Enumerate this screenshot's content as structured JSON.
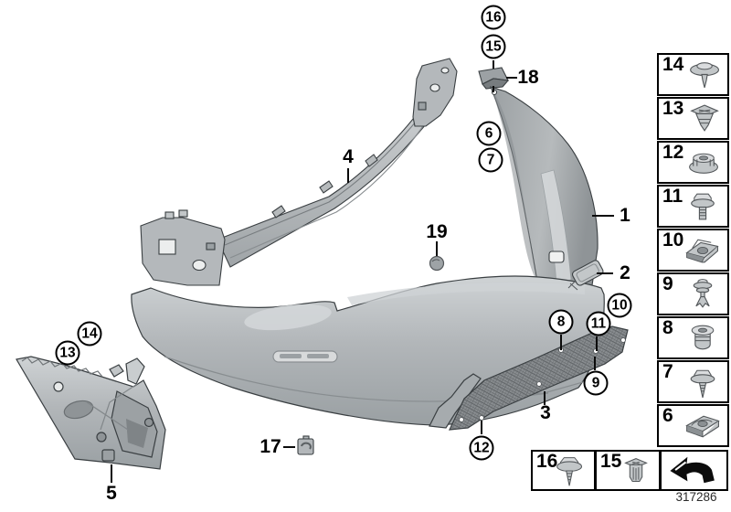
{
  "diagram": {
    "code": "317286",
    "colors": {
      "background": "#ffffff",
      "outline": "#383d40",
      "part_fill": "#b4b8bb",
      "part_light": "#d6d9da",
      "part_shade": "#91969a",
      "mesh_fill": "#898d90",
      "mesh_line": "#5f6366",
      "callout_border": "#000000",
      "text": "#000000"
    }
  },
  "callouts": {
    "circled": [
      {
        "label": "16"
      },
      {
        "label": "15"
      },
      {
        "label": "6"
      },
      {
        "label": "7"
      },
      {
        "label": "14"
      },
      {
        "label": "13"
      },
      {
        "label": "10"
      },
      {
        "label": "8"
      },
      {
        "label": "11"
      },
      {
        "label": "9"
      },
      {
        "label": "12"
      }
    ],
    "plain": [
      {
        "label": "4"
      },
      {
        "label": "18"
      },
      {
        "label": "1"
      },
      {
        "label": "19"
      },
      {
        "label": "2"
      },
      {
        "label": "3"
      },
      {
        "label": "17"
      },
      {
        "label": "5"
      }
    ]
  },
  "legend": {
    "items": [
      {
        "number": "14",
        "icon": "push-rivet-icon"
      },
      {
        "number": "13",
        "icon": "expanding-rivet-icon"
      },
      {
        "number": "12",
        "icon": "flange-nut-icon"
      },
      {
        "number": "11",
        "icon": "hex-screw-icon"
      },
      {
        "number": "10",
        "icon": "cage-nut-icon"
      },
      {
        "number": "9",
        "icon": "push-pin-rivet-icon"
      },
      {
        "number": "8",
        "icon": "spacer-sleeve-icon"
      },
      {
        "number": "7",
        "icon": "tapping-screw-icon"
      },
      {
        "number": "6",
        "icon": "speed-nut-icon"
      }
    ]
  },
  "legend_bottom": {
    "items": [
      {
        "number": "16",
        "icon": "hex-screw-washer-icon"
      },
      {
        "number": "15",
        "icon": "expansion-rivet-icon"
      }
    ],
    "arrow_icon": "direction-arrow-icon"
  },
  "footer": {
    "image_code": "317286"
  }
}
